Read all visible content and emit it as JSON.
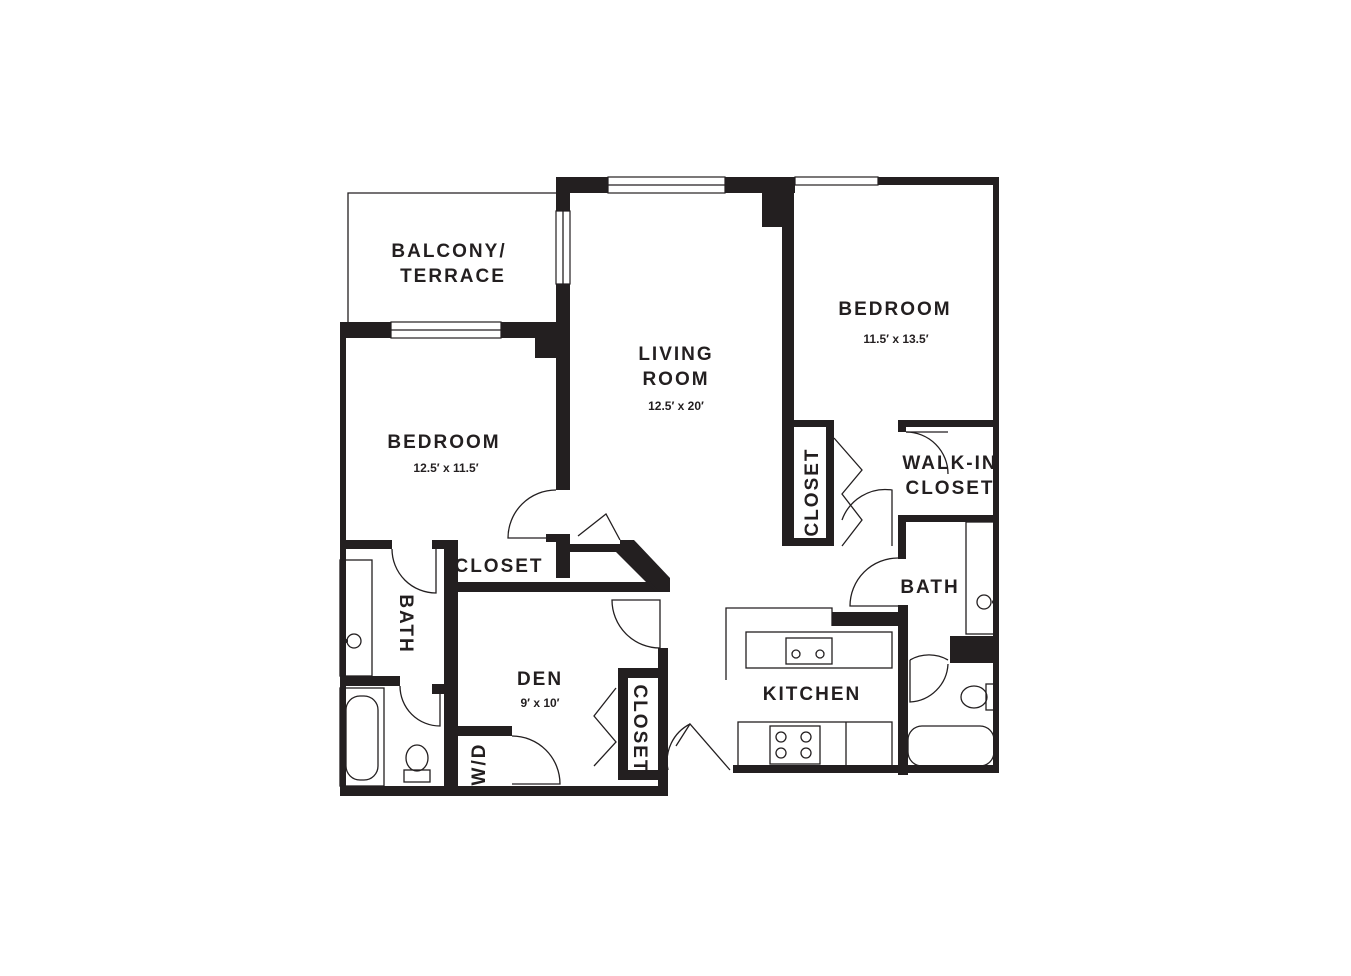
{
  "rooms": {
    "balcony": {
      "line1": "BALCONY/",
      "line2": "TERRACE"
    },
    "living": {
      "line1": "LIVING",
      "line2": "ROOM",
      "dims": "12.5′ x 20′"
    },
    "bedroom_right": {
      "label": "BEDROOM",
      "dims": "11.5′ x 13.5′"
    },
    "bedroom_left": {
      "label": "BEDROOM",
      "dims": "12.5′ x 11.5′"
    },
    "closet_right": {
      "label": "CLOSET"
    },
    "walkin": {
      "line1": "WALK-IN",
      "line2": "CLOSET"
    },
    "closet_left": {
      "label": "CLOSET"
    },
    "bath_left": {
      "label": "BATH"
    },
    "bath_right": {
      "label": "BATH"
    },
    "den": {
      "label": "DEN",
      "dims": "9′ x 10′"
    },
    "closet_den": {
      "label": "CLOSET"
    },
    "wd": {
      "label": "W/D"
    },
    "kitchen": {
      "label": "KITCHEN"
    }
  },
  "colors": {
    "wall": "#231f20",
    "background": "#ffffff"
  }
}
